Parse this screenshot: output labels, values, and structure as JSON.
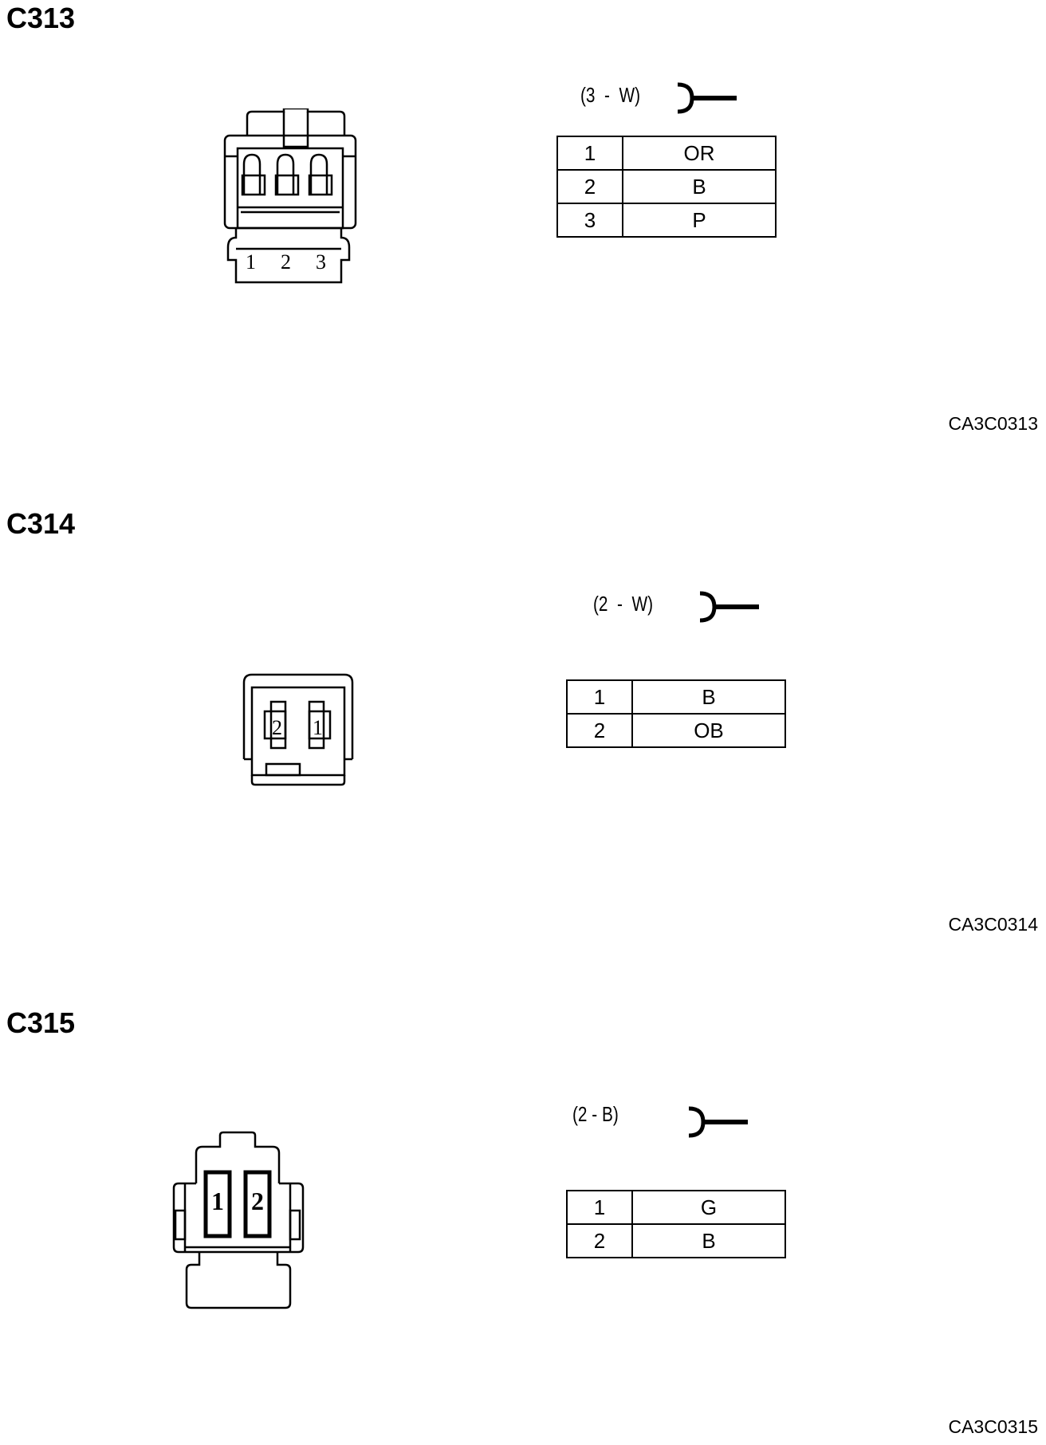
{
  "sections": [
    {
      "title": "C313",
      "connector_label": "(3  -  W)",
      "code": "CA3C0313",
      "pins": [
        {
          "num": "1",
          "color": "OR"
        },
        {
          "num": "2",
          "color": "B"
        },
        {
          "num": "3",
          "color": "P"
        }
      ],
      "face_numbers": [
        "1",
        "2",
        "3"
      ]
    },
    {
      "title": "C314",
      "connector_label": "(2  -  W)",
      "code": "CA3C0314",
      "pins": [
        {
          "num": "1",
          "color": "B"
        },
        {
          "num": "2",
          "color": "OB"
        }
      ],
      "face_numbers": [
        "2",
        "1"
      ]
    },
    {
      "title": "C315",
      "connector_label": "(2 - B)",
      "code": "CA3C0315",
      "pins": [
        {
          "num": "1",
          "color": "G"
        },
        {
          "num": "2",
          "color": "B"
        }
      ],
      "face_numbers": [
        "1",
        "2"
      ]
    }
  ]
}
